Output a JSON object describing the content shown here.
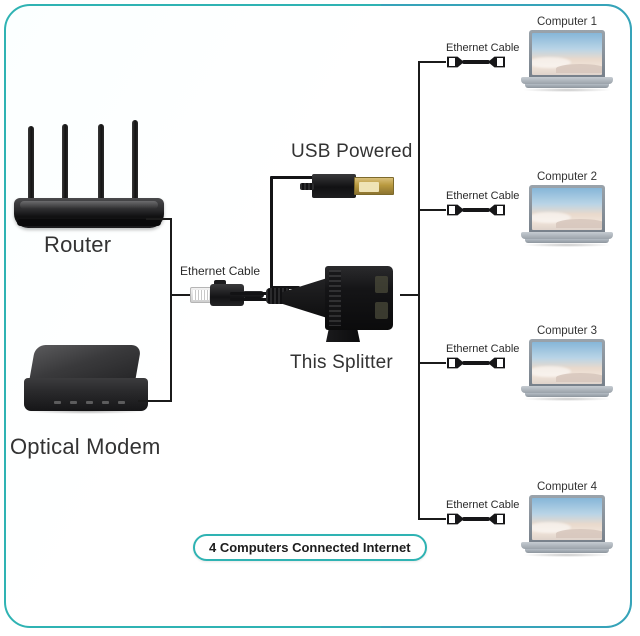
{
  "diagram": {
    "title_badge": "4 Computers Connected Internet",
    "frame_color": "#2fb3b3",
    "line_color": "#1b1b1b"
  },
  "devices": {
    "router": {
      "label": "Router",
      "antenna_count": 4
    },
    "modem": {
      "label": "Optical Modem"
    },
    "splitter": {
      "label": "This Splitter"
    },
    "usb": {
      "label": "USB Powered"
    }
  },
  "cables": {
    "left_ethernet_label": "Ethernet Cable",
    "branch_labels": [
      "Ethernet Cable",
      "Ethernet Cable",
      "Ethernet Cable",
      "Ethernet Cable"
    ]
  },
  "computers": [
    {
      "label": "Computer 1"
    },
    {
      "label": "Computer 2"
    },
    {
      "label": "Computer 3"
    },
    {
      "label": "Computer 4"
    }
  ]
}
